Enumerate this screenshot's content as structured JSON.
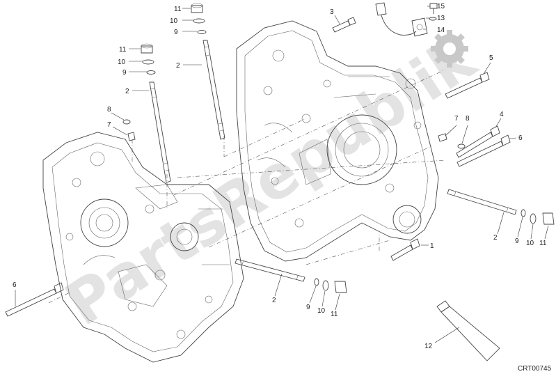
{
  "diagram_code": "CRT00745",
  "watermark": "PartsRepublik",
  "callouts": {
    "c1": "1",
    "c2a": "2",
    "c2b": "2",
    "c2c": "2",
    "c2d": "2",
    "c3": "3",
    "c4": "4",
    "c5": "5",
    "c6a": "6",
    "c6b": "6",
    "c7a": "7",
    "c7b": "7",
    "c8a": "8",
    "c8b": "8",
    "c9a": "9",
    "c9b": "9",
    "c9c": "9",
    "c9d": "9",
    "c10a": "10",
    "c10b": "10",
    "c10c": "10",
    "c10d": "10",
    "c11a": "11",
    "c11b": "11",
    "c11c": "11",
    "c11d": "11",
    "c12": "12",
    "c13": "13",
    "c14": "14",
    "c15": "15"
  },
  "colors": {
    "watermark": "#b8b8b8",
    "gear_icon": "#c8c8c8",
    "lines": "#444444"
  },
  "icons": {
    "settings": "gear-icon"
  }
}
